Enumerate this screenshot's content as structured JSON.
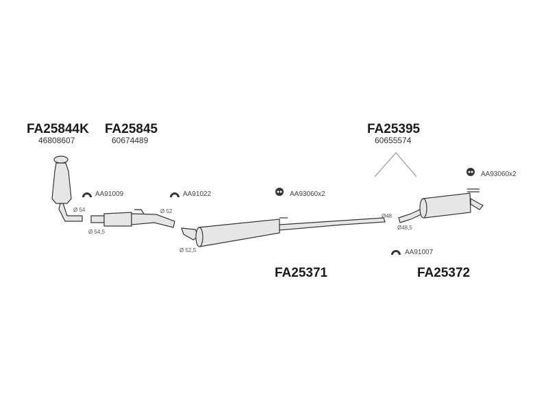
{
  "parts": {
    "catalyst": {
      "code": "FA25844K",
      "ref": "46808607"
    },
    "front_pipe": {
      "code": "FA25845",
      "ref": "60674489"
    },
    "set": {
      "code": "FA25395",
      "ref": "60655574"
    },
    "middle_silencer": {
      "code": "FA25371"
    },
    "rear_silencer": {
      "code": "FA25372"
    }
  },
  "fittings": {
    "clamp1": "AA91009",
    "clamp2": "AA91022",
    "hanger1": "AA93060x2",
    "hanger2": "AA93060x2",
    "clamp3": "AA91007"
  },
  "diameters": {
    "d1": "Ø 54",
    "d2": "Ø 54,5",
    "d3": "Ø 52",
    "d4": "Ø 52,5",
    "d5": "Ø48",
    "d6": "Ø48,5"
  }
}
